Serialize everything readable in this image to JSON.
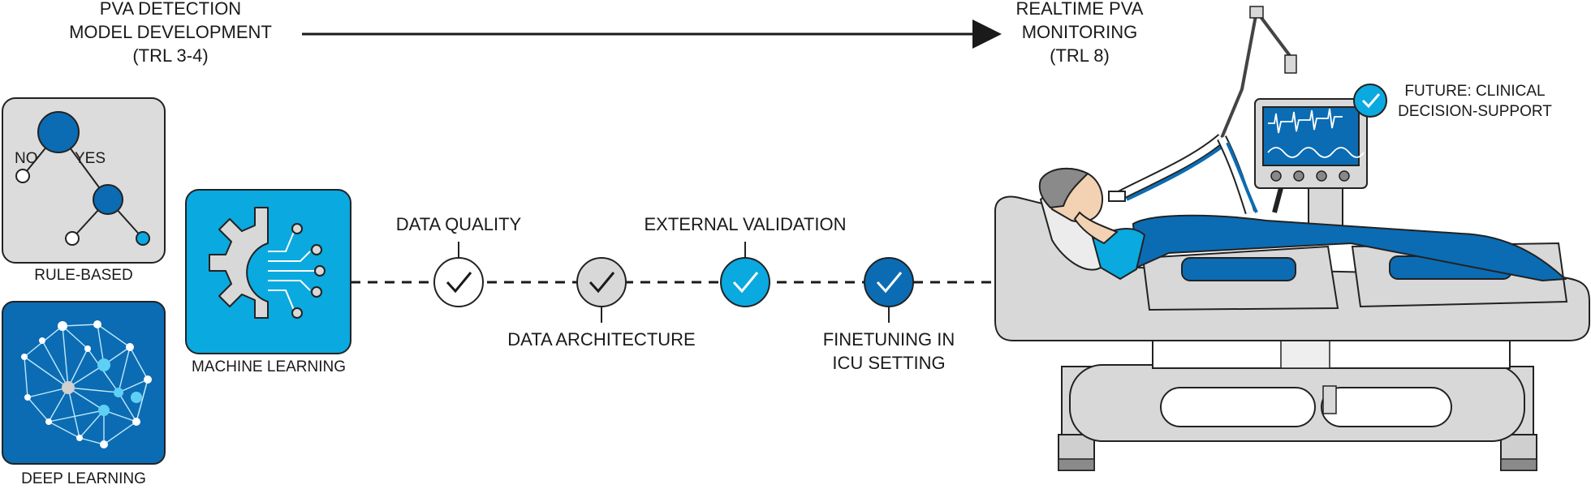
{
  "header": {
    "left_lines": [
      "PVA DETECTION",
      "MODEL DEVELOPMENT",
      "(TRL 3-4)"
    ],
    "right_lines": [
      "REALTIME PVA",
      "MONITORING",
      "(TRL 8)"
    ]
  },
  "rule_based": {
    "label": "RULE-BASED",
    "tree_no": "NO",
    "tree_yes": "YES"
  },
  "deep_learning": {
    "label": "DEEP LEARNING"
  },
  "machine_learning": {
    "label": "MACHINE LEARNING"
  },
  "steps": [
    {
      "lines": [
        "DATA QUALITY"
      ],
      "style": "white-check"
    },
    {
      "lines": [
        "DATA ARCHITECTURE"
      ],
      "style": "gray-check"
    },
    {
      "lines": [
        "EXTERNAL VALIDATION"
      ],
      "style": "light-blue-check"
    },
    {
      "lines": [
        "FINETUNING IN",
        "ICU SETTING"
      ],
      "style": "dark-blue-check"
    }
  ],
  "future": {
    "lines": [
      "FUTURE: CLINICAL",
      "DECISION-SUPPORT"
    ]
  },
  "colors": {
    "dark_blue": "#0b6cb3",
    "light_blue": "#0aa9e0",
    "gray": "#d8d8d8",
    "outline": "#222222"
  }
}
